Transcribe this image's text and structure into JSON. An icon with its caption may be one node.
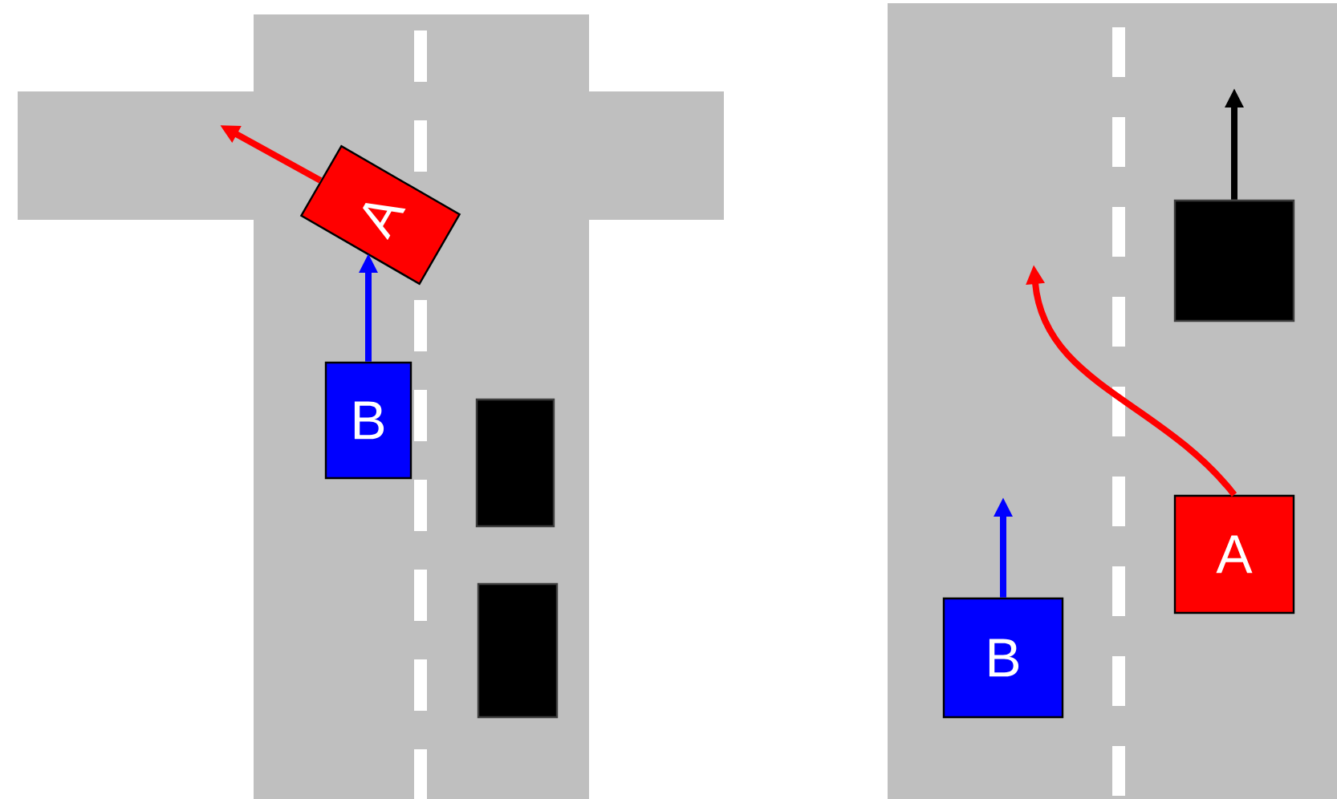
{
  "diagram": {
    "nodes": [
      {
        "text": [
          "A"
        ]
      },
      {
        "text": [
          "B"
        ]
      },
      {
        "text": [],
        "shape": "box"
      },
      {
        "text": [],
        "shape": "box"
      },
      {
        "text": [],
        "shape": "box"
      },
      {
        "text": [
          "A"
        ]
      },
      {
        "text": [
          "B"
        ]
      }
    ],
    "edges": [
      {
        "from": 0,
        "to": null,
        "arrow": "to",
        "color": "#ff0000"
      },
      {
        "from": 1,
        "to": 0,
        "arrow": "to",
        "color": "#0000ff"
      },
      {
        "from": 4,
        "to": null,
        "arrow": "to",
        "color": "#000000"
      },
      {
        "from": 5,
        "to": null,
        "arrow": "to",
        "color": "#ff0000"
      },
      {
        "from": 6,
        "to": null,
        "arrow": "to",
        "color": "#0000ff"
      }
    ]
  }
}
